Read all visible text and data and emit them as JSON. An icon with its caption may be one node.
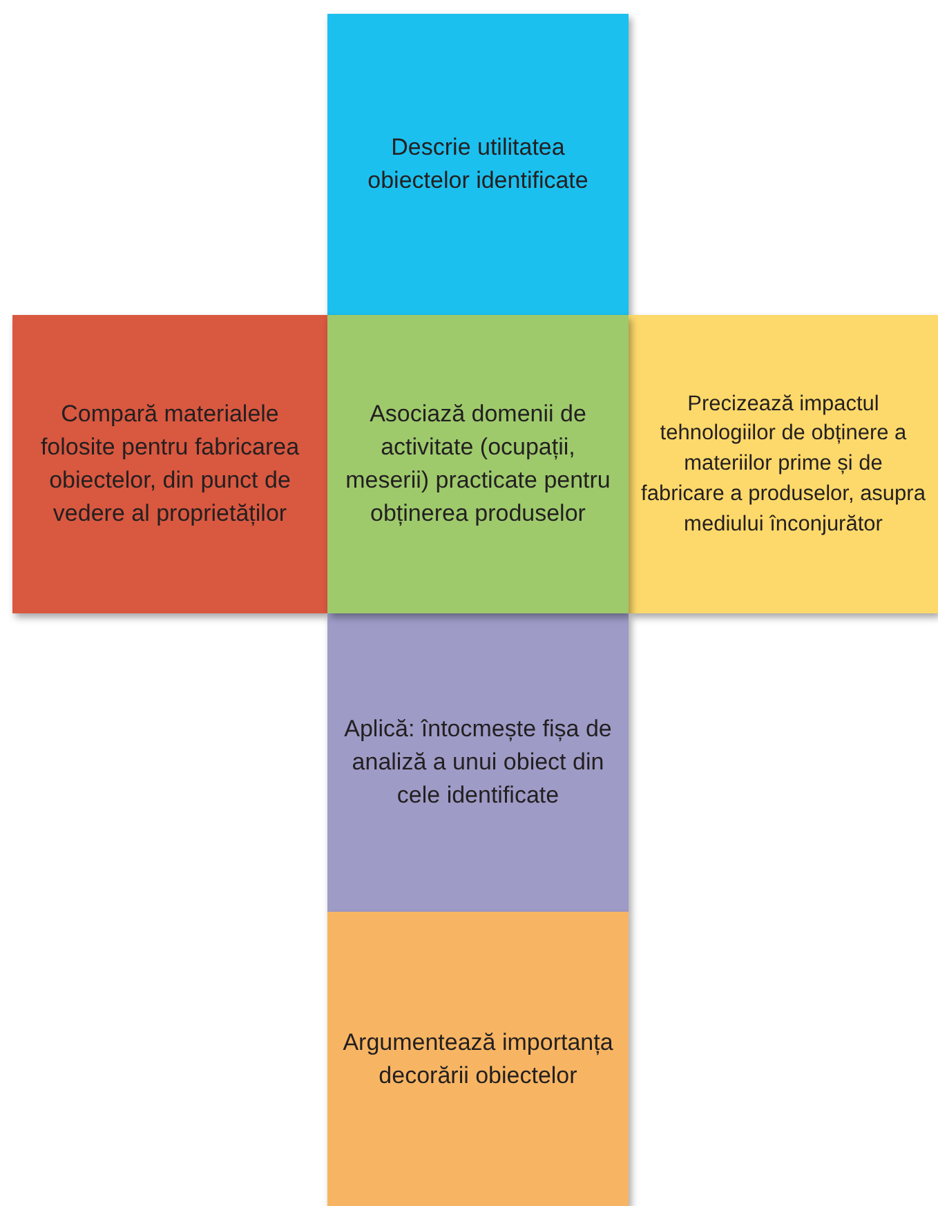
{
  "diagram": {
    "nodes": [
      {
        "text": [
          "Descrie utilitatea obiectelor identificate"
        ]
      },
      {
        "text": [
          "Compară materialele folosite pentru fabricarea obiectelor, din punct de vedere al proprietăților"
        ]
      },
      {
        "text": [
          "Asociază domenii de activitate (ocupații, meserii) practicate pentru obținerea produselor"
        ]
      },
      {
        "text": [
          "Precizează impactul tehnologiilor de obținere a materiilor prime și de fabricare a produselor, asupra mediului înconjurător"
        ]
      },
      {
        "text": [
          "Aplică: întocmește fișa de analiză a unui obiect din cele identificate"
        ]
      },
      {
        "text": [
          "Argumentează importanța decorării obiectelor"
        ]
      }
    ]
  }
}
